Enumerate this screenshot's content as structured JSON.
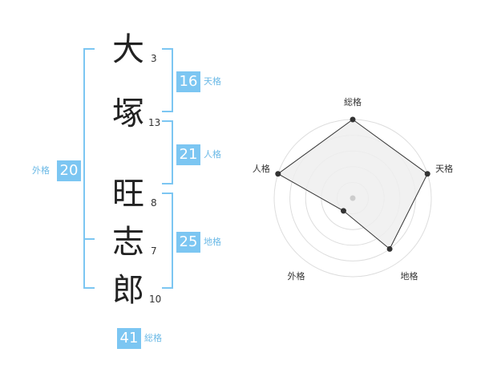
{
  "chars": [
    {
      "char": "大",
      "strokes": "3"
    },
    {
      "char": "塚",
      "strokes": "13"
    },
    {
      "char": "旺",
      "strokes": "8"
    },
    {
      "char": "志",
      "strokes": "7"
    },
    {
      "char": "郎",
      "strokes": "10"
    }
  ],
  "kaku": {
    "ten": {
      "label": "天格",
      "value": "16"
    },
    "jin": {
      "label": "人格",
      "value": "21"
    },
    "chi": {
      "label": "地格",
      "value": "25"
    },
    "gai": {
      "label": "外格",
      "value": "20"
    },
    "sou": {
      "label": "総格",
      "value": "41"
    }
  },
  "chart_data": {
    "type": "radar",
    "axes": [
      "総格",
      "天格",
      "地格",
      "外格",
      "人格"
    ],
    "values": [
      5,
      5,
      4,
      1,
      5
    ],
    "rmax": 5,
    "rings": 5,
    "colors": {
      "fill": "#eeeeee",
      "stroke": "#333333",
      "ring": "#dddddd",
      "center": "#cccccc"
    }
  }
}
